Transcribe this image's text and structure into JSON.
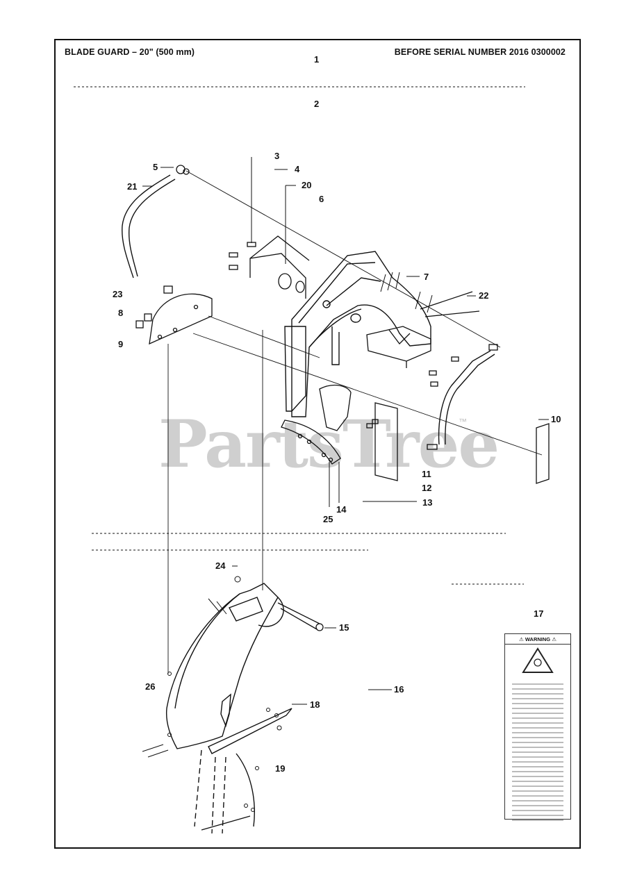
{
  "header": {
    "title": "BLADE GUARD – 20\" (500 mm)",
    "serial_note": "BEFORE SERIAL NUMBER 2016 0300002"
  },
  "watermark": {
    "text": "PartsTree",
    "trademark": "™"
  },
  "decal": {
    "heading": "⚠ WARNING ⚠"
  },
  "callouts": {
    "c1": "1",
    "c2": "2",
    "c3": "3",
    "c4": "4",
    "c5": "5",
    "c6": "6",
    "c7": "7",
    "c8": "8",
    "c9": "9",
    "c10": "10",
    "c11": "11",
    "c12": "12",
    "c13": "13",
    "c14": "14",
    "c15": "15",
    "c16": "16",
    "c17": "17",
    "c18": "18",
    "c19": "19",
    "c20": "20",
    "c21": "21",
    "c22": "22",
    "c23": "23",
    "c24": "24",
    "c25": "25",
    "c26": "26"
  }
}
